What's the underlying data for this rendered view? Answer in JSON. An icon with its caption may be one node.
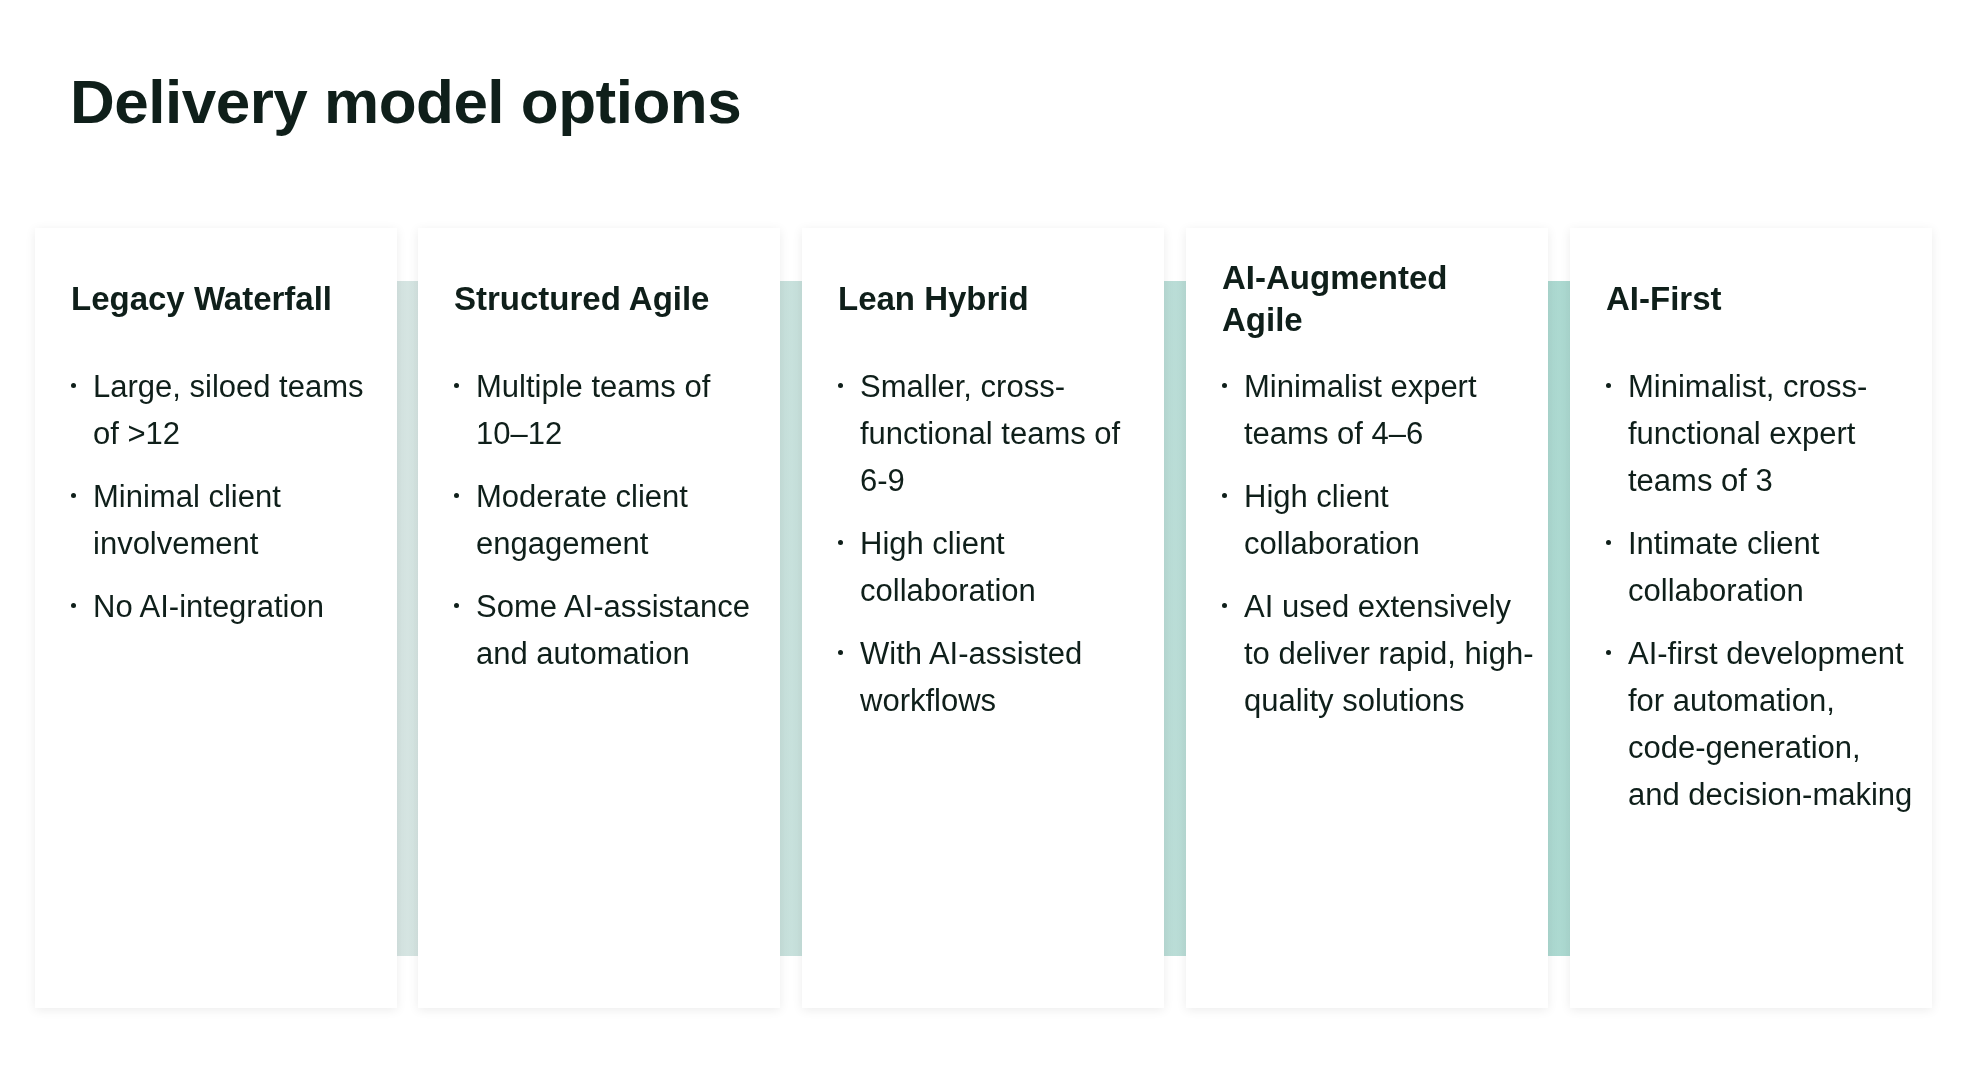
{
  "diagram": {
    "title": "Delivery model options",
    "nodes": [
      {
        "text": [
          "Legacy Waterfall",
          "Large, siloed teams of >12",
          "Minimal client involvement",
          "No AI-integration"
        ]
      },
      {
        "text": [
          "Structured Agile",
          "Multiple teams of 10–12",
          "Moderate client engagement",
          "Some AI-assistance and automation"
        ]
      },
      {
        "text": [
          "Lean Hybrid",
          "Smaller, cross-functional teams of 6-9",
          "High client collaboration",
          "With AI-assisted workflows"
        ]
      },
      {
        "text": [
          "AI-Augmented Agile",
          "Minimalist expert teams of 4–6",
          "High client collaboration",
          "AI used extensively to deliver rapid, high-quality solutions"
        ]
      },
      {
        "text": [
          "AI-First",
          "Minimalist, cross-functional expert teams of 3",
          "Intimate client collaboration",
          "AI-first development for automation, code-generation, and decision-making"
        ]
      }
    ]
  }
}
